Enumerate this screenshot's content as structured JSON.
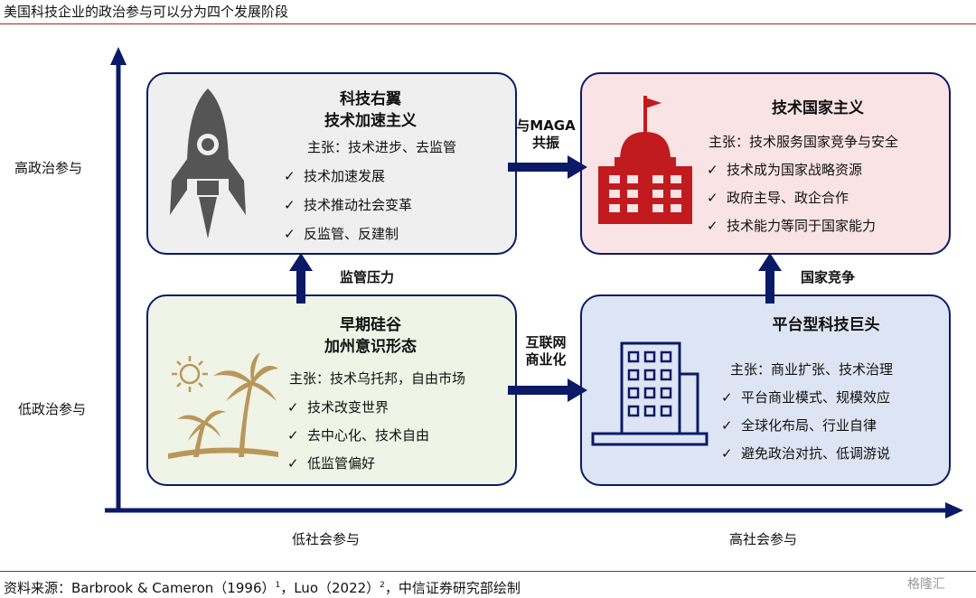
{
  "header": {
    "title": "美国科技企业的政治参与可以分为四个发展阶段"
  },
  "axes": {
    "y_high": "高政治参与",
    "y_low": "低政治参与",
    "x_low": "低社会参与",
    "x_high": "高社会参与"
  },
  "cards": {
    "tech_right": {
      "title_line1": "科技右翼",
      "title_line2": "技术加速主义",
      "claim": "主张：技术进步、去监管",
      "items": [
        "技术加速发展",
        "技术推动社会变革",
        "反监管、反建制"
      ],
      "fill": "#efeff0"
    },
    "tech_nationalism": {
      "title_line1": "技术国家主义",
      "claim": "主张：技术服务国家竞争与安全",
      "items": [
        "技术成为国家战略资源",
        "政府主导、政企合作",
        "技术能力等同于国家能力"
      ],
      "fill": "#f9e3e5"
    },
    "silicon_valley": {
      "title_line1": "早期硅谷",
      "title_line2": "加州意识形态",
      "claim": "主张：技术乌托邦，自由市场",
      "items": [
        "技术改变世界",
        "去中心化、技术自由",
        "低监管偏好"
      ],
      "fill": "#eff4e6"
    },
    "platform_giants": {
      "title_line1": "平台型科技巨头",
      "claim": "主张：商业扩张、技术治理",
      "items": [
        "平台商业模式、规模效应",
        "全球化布局、行业自律",
        "避免政治对抗、低调游说"
      ],
      "fill": "#dde5f4"
    }
  },
  "arrows": {
    "regulatory_pressure": "监管压力",
    "maga_line1": "与MAGA",
    "maga_line2": "共振",
    "internet_line1": "互联网",
    "internet_line2": "商业化",
    "national_competition": "国家竞争"
  },
  "check_mark": "✓",
  "footer": {
    "prefix": "资料来源：Barbrook & Cameron（1996）",
    "sup1": "1",
    "mid": "，Luo（2022）",
    "sup2": "2",
    "suffix": "，中信证券研究部绘制"
  },
  "watermark": "格隆汇",
  "icons": [
    "rocket-icon",
    "government-building-icon",
    "palm-trees-sun-icon",
    "office-building-icon"
  ],
  "colors": {
    "navy": "#0b1a66",
    "red_building": "#c11b1f",
    "gray_rocket": "#555555",
    "tan_palm": "#b9975b",
    "header_rule": "#b22222"
  }
}
